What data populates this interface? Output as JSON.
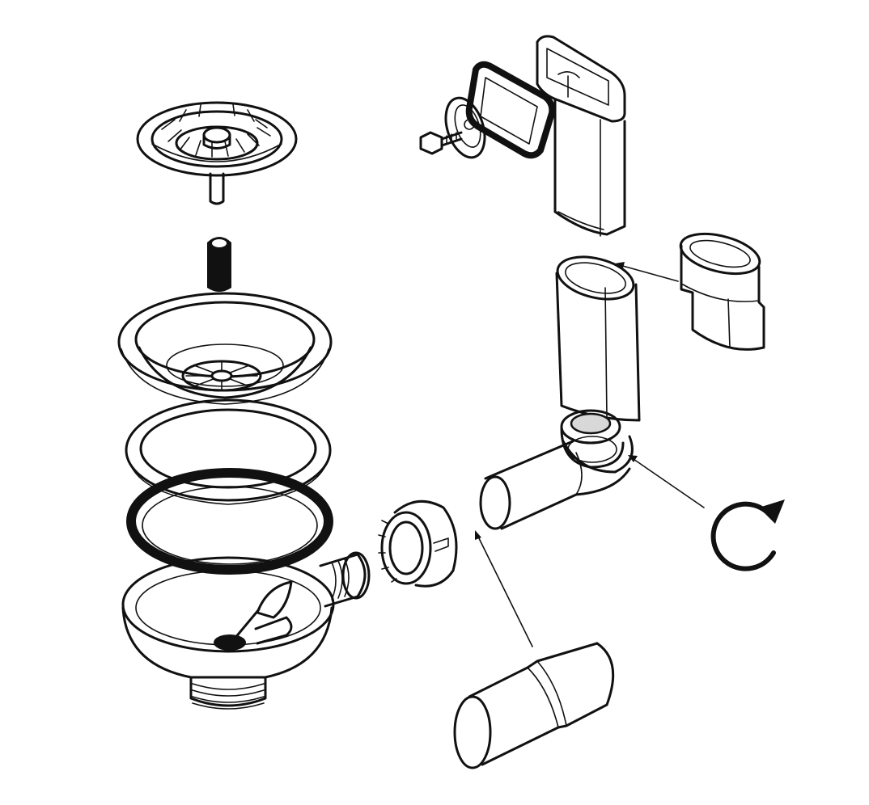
{
  "diagram": {
    "kind": "exploded assembly drawing",
    "parts": [
      {
        "id": "strainer-basket",
        "icon": "strainer-basket"
      },
      {
        "id": "overflow-plug",
        "icon": "plug"
      },
      {
        "id": "sink-flange",
        "icon": "flange"
      },
      {
        "id": "gasket-top",
        "icon": "gasket"
      },
      {
        "id": "gasket-black",
        "icon": "gasket"
      },
      {
        "id": "drain-body",
        "icon": "drain-body"
      },
      {
        "id": "union-nut",
        "icon": "nut"
      },
      {
        "id": "straight-pipe",
        "icon": "pipe"
      },
      {
        "id": "bolt",
        "icon": "bolt"
      },
      {
        "id": "round-seal",
        "icon": "seal"
      },
      {
        "id": "rect-gasket",
        "icon": "gasket"
      },
      {
        "id": "overflow-head",
        "icon": "overflow-head"
      },
      {
        "id": "oval-coupler",
        "icon": "coupler"
      },
      {
        "id": "overflow-elbow-tube",
        "icon": "elbow-tube"
      },
      {
        "id": "rotate-symbol",
        "icon": "rotate-clockwise-icon"
      }
    ],
    "colors": {
      "line": "#111111",
      "background": "#ffffff"
    }
  }
}
